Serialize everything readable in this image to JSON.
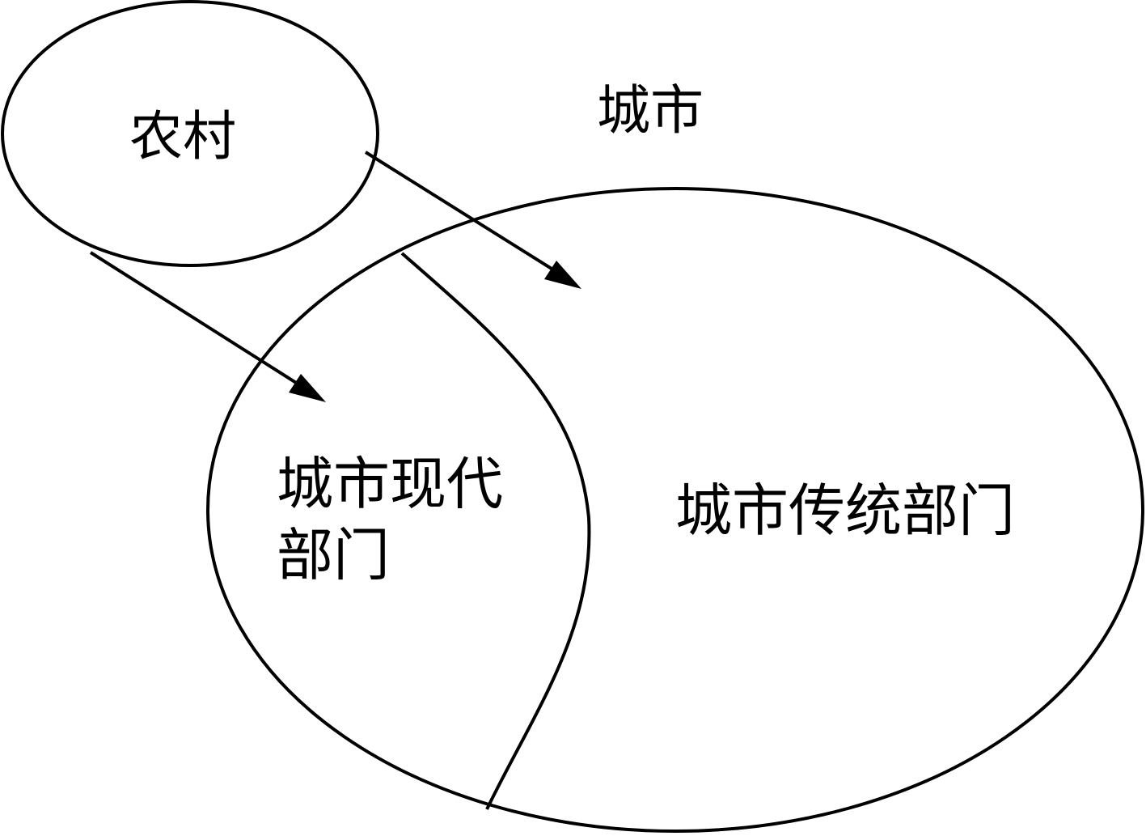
{
  "labels": {
    "rural": "农村",
    "city": "城市",
    "modern_sector_line1": "城市现代",
    "modern_sector_line2": "部门",
    "traditional_sector": "城市传统部门"
  },
  "colors": {
    "stroke": "#000000",
    "background": "#ffffff"
  }
}
